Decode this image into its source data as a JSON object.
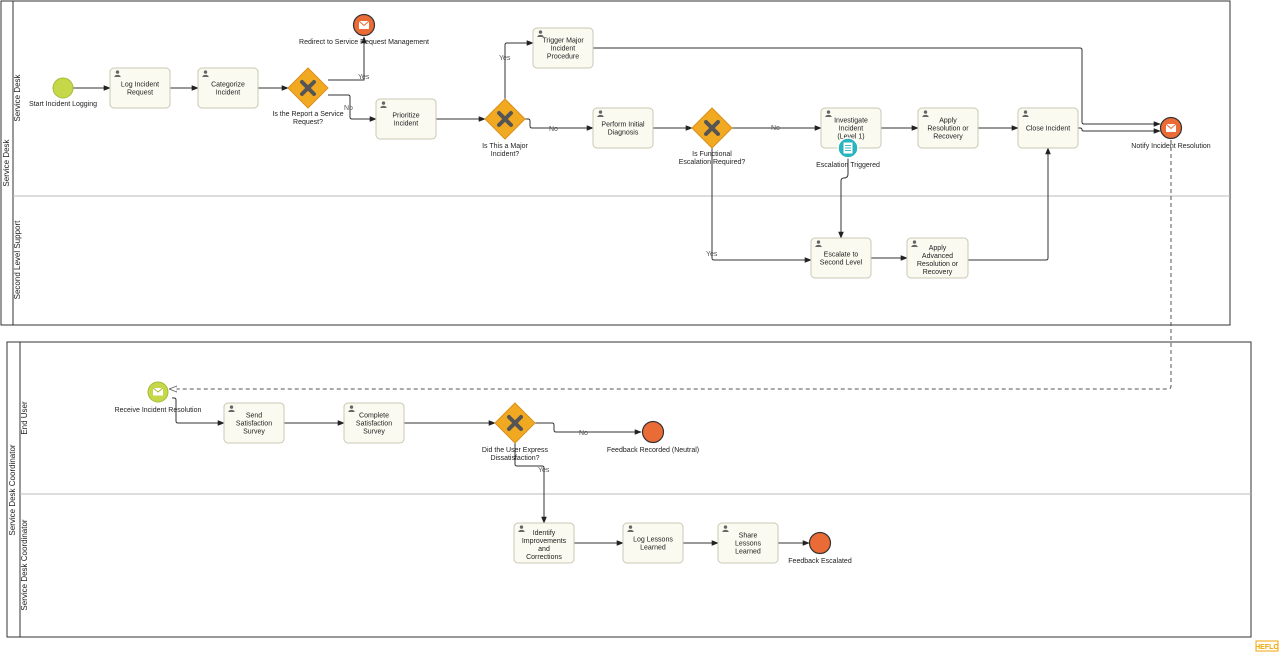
{
  "pools": [
    {
      "id": "service-desk",
      "label": "Service Desk",
      "lanes": [
        {
          "id": "lane-service-desk",
          "label": "Service Desk"
        },
        {
          "id": "lane-second-level",
          "label": "Second Level Support"
        }
      ]
    },
    {
      "id": "service-desk-coordinator",
      "label": "Service Desk Coordinator",
      "lanes": [
        {
          "id": "lane-end-user",
          "label": "End User"
        },
        {
          "id": "lane-coordinator",
          "label": "Service Desk Coordinator"
        }
      ]
    }
  ],
  "tasks": [
    {
      "id": "log-incident-request",
      "lines": [
        "Log Incident",
        "Request"
      ]
    },
    {
      "id": "categorize-incident",
      "lines": [
        "Categorize",
        "Incident"
      ]
    },
    {
      "id": "prioritize-incident",
      "lines": [
        "Prioritize",
        "Incident"
      ]
    },
    {
      "id": "trigger-major-incident-procedure",
      "lines": [
        "Trigger Major",
        "Incident",
        "Procedure"
      ]
    },
    {
      "id": "perform-initial-diagnosis",
      "lines": [
        "Perform Initial",
        "Diagnosis"
      ]
    },
    {
      "id": "investigate-incident",
      "lines": [
        "Investigate",
        "Incident",
        "(Level 1)"
      ]
    },
    {
      "id": "apply-resolution-or-recovery",
      "lines": [
        "Apply",
        "Resolution or",
        "Recovery"
      ]
    },
    {
      "id": "close-incident",
      "lines": [
        "Close Incident"
      ]
    },
    {
      "id": "escalate-to-second-level",
      "lines": [
        "Escalate to",
        "Second Level"
      ]
    },
    {
      "id": "apply-advanced-resolution",
      "lines": [
        "Apply",
        "Advanced",
        "Resolution or",
        "Recovery"
      ]
    },
    {
      "id": "send-satisfaction-survey",
      "lines": [
        "Send",
        "Satisfaction",
        "Survey"
      ]
    },
    {
      "id": "complete-satisfaction-survey",
      "lines": [
        "Complete",
        "Satisfaction",
        "Survey"
      ]
    },
    {
      "id": "identify-improvements",
      "lines": [
        "Identify",
        "Improvements",
        "and",
        "Corrections"
      ]
    },
    {
      "id": "log-lessons-learned",
      "lines": [
        "Log Lessons",
        "Learned"
      ]
    },
    {
      "id": "share-lessons-learned",
      "lines": [
        "Share",
        "Lessons",
        "Learned"
      ]
    }
  ],
  "gateways": [
    {
      "id": "is-service-request",
      "lines": [
        "Is the Report a Service",
        "Request?"
      ]
    },
    {
      "id": "is-major-incident",
      "lines": [
        "Is This a Major",
        "Incident?"
      ]
    },
    {
      "id": "is-functional-escalation",
      "lines": [
        "Is Functional",
        "Escalation Required?"
      ]
    },
    {
      "id": "did-user-express-dissatisfaction",
      "lines": [
        "Did the User Express",
        "Dissatisfaction?"
      ]
    }
  ],
  "events": [
    {
      "id": "start-incident-logging",
      "type": "start",
      "label": "Start Incident Logging"
    },
    {
      "id": "redirect-to-service-request",
      "type": "message-end",
      "label": "Redirect to Service Request Management"
    },
    {
      "id": "notify-incident-resolution",
      "type": "message-end",
      "label": "Notify Incident Resolution"
    },
    {
      "id": "escalation-triggered",
      "type": "boundary-conditional",
      "label": "Escalation Triggered"
    },
    {
      "id": "receive-incident-resolution",
      "type": "message-start",
      "label": "Receive Incident Resolution"
    },
    {
      "id": "feedback-recorded-neutral",
      "type": "end",
      "label": "Feedback Recorded (Neutral)"
    },
    {
      "id": "feedback-escalated",
      "type": "end",
      "label": "Feedback Escalated"
    }
  ],
  "flow_labels": [
    {
      "id": "service-request-yes",
      "text": "Yes"
    },
    {
      "id": "service-request-no",
      "text": "No"
    },
    {
      "id": "major-yes",
      "text": "Yes"
    },
    {
      "id": "major-no",
      "text": "No"
    },
    {
      "id": "escalation-no",
      "text": "No"
    },
    {
      "id": "escalation-yes",
      "text": "Yes"
    },
    {
      "id": "dissatisfaction-no",
      "text": "No"
    },
    {
      "id": "dissatisfaction-yes",
      "text": "Yes"
    }
  ],
  "watermark": "HEFLO",
  "colors": {
    "task_fill": "#fbfaf0",
    "task_stroke": "#c8c8b4",
    "gateway_fill": "#f2a922",
    "gateway_x": "#555555",
    "start_fill": "#c6d84a",
    "end_fill": "#ea6b35",
    "conditional_fill": "#2bb3be",
    "line": "#333333",
    "pool_stroke": "#333333"
  }
}
